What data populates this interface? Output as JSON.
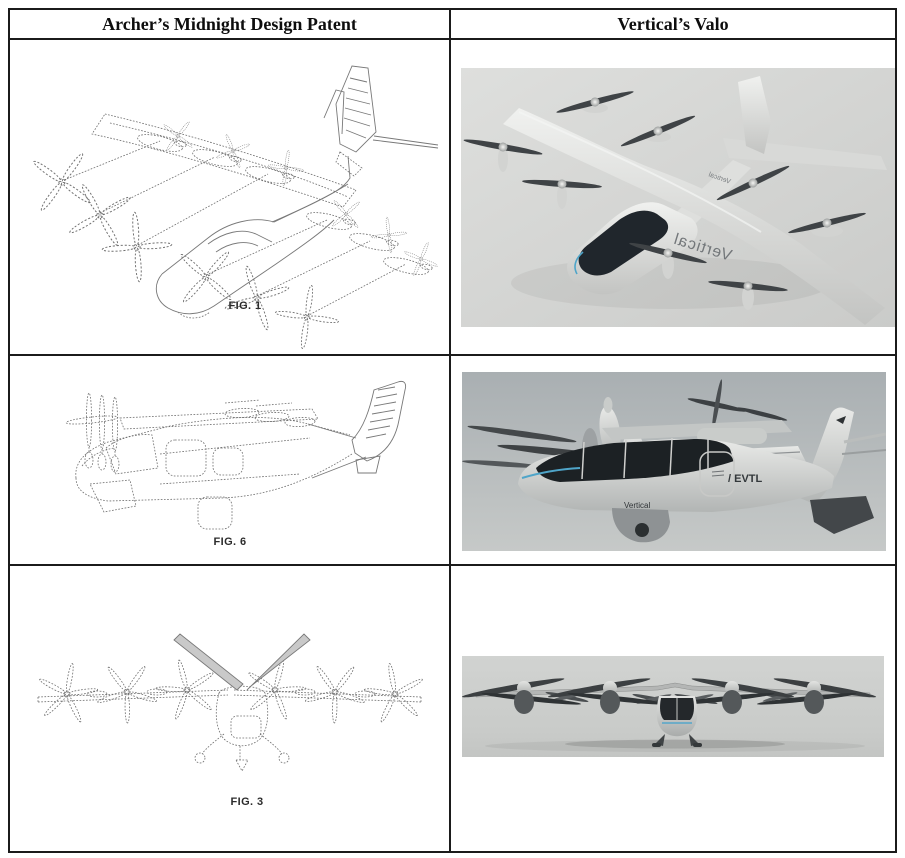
{
  "page": {
    "background": "#ffffff",
    "border_color": "#1b1b1b"
  },
  "table": {
    "columns": [
      {
        "label": "Archer’s Midnight Design Patent"
      },
      {
        "label": "Vertical’s Valo"
      }
    ],
    "rows": [
      {
        "fig_label": "FIG. 1",
        "photo_markings": {
          "wing_logo": "Vertical",
          "boom_logo": "Vertical"
        }
      },
      {
        "fig_label": "FIG. 6",
        "photo_markings": {
          "tail_text": "/ EVTL",
          "fuselage_logo": "Vertical"
        }
      },
      {
        "fig_label": "FIG. 3",
        "photo_markings": {}
      }
    ]
  },
  "colors": {
    "accent_blue": "#4fa5c9",
    "canopy_dark": "#1c2124",
    "render_silver": "#d9dad8",
    "patent_line": "#6e6e6e"
  }
}
